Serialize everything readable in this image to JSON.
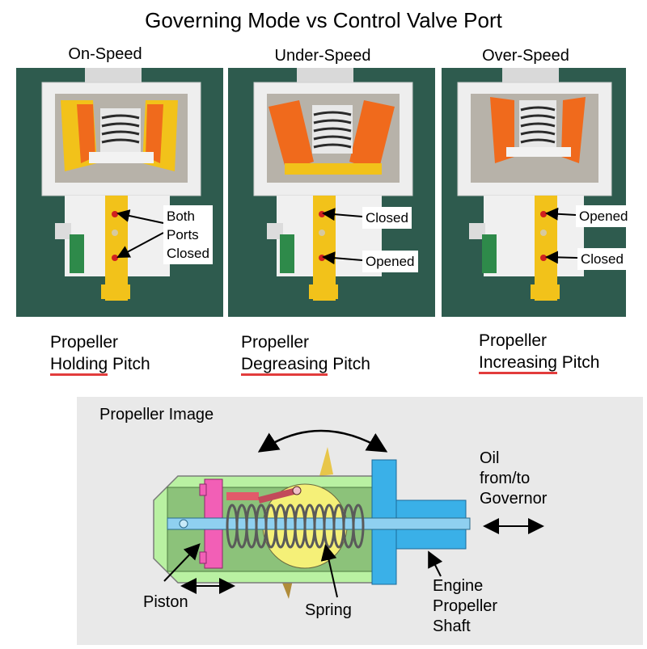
{
  "title": "Governing Mode vs Control Valve Port",
  "panels": [
    {
      "mode": "On-Speed",
      "callouts": [
        "Both\nPorts\nClosed"
      ],
      "caption_line1": "Propeller",
      "caption_underlined": "Holding",
      "caption_rest": " Pitch"
    },
    {
      "mode": "Under-Speed",
      "callouts": [
        "Closed",
        "Opened"
      ],
      "caption_line1": "Propeller",
      "caption_underlined": "Degreasing",
      "caption_rest": " Pitch"
    },
    {
      "mode": "Over-Speed",
      "callouts": [
        "Opened",
        "Closed"
      ],
      "caption_line1": "Propeller",
      "caption_underlined": "Increasing",
      "caption_rest": " Pitch"
    }
  ],
  "diagram": {
    "title": "Propeller Image",
    "oil_label": "Oil\nfrom/to\nGovernor",
    "piston_label": "Piston",
    "spring_label": "Spring",
    "shaft_label": "Engine\nPropeller\nShaft"
  },
  "colors": {
    "photo_background": "#2e5b4e",
    "housing": "#e6e6e6",
    "yellow_part": "#f2c21a",
    "orange_part": "#f06a1c",
    "underline": "#e23c3c",
    "cylinder": "#b9f1a2",
    "piston": "#f25fb6",
    "shaft": "#3ab0e8",
    "cam_disc": "#f5f078"
  }
}
